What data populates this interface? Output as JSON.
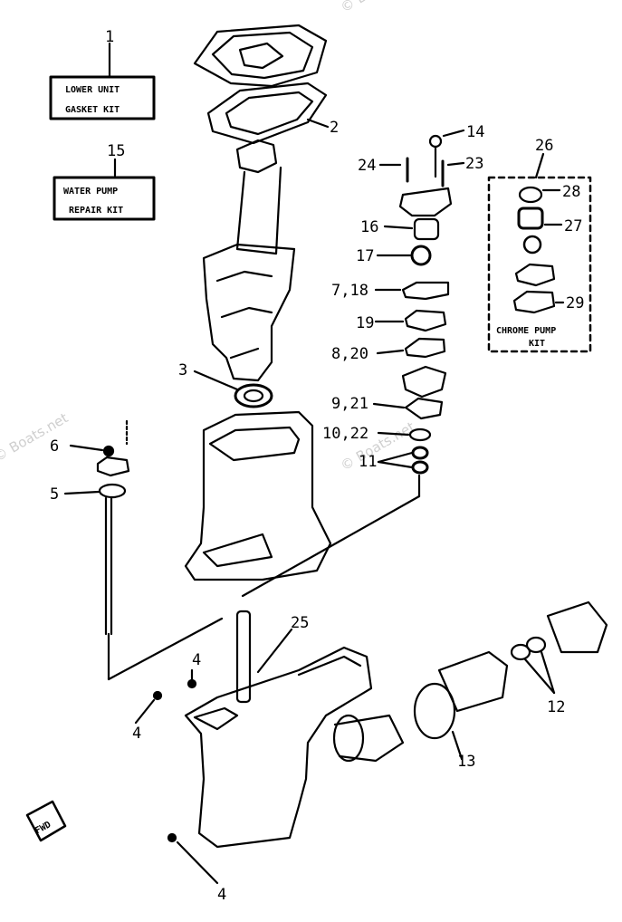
{
  "watermark": "© Boats.net",
  "kits": {
    "lower_unit": {
      "ref": "1",
      "line1": "LOWER UNIT",
      "line2": "GASKET KIT"
    },
    "water_pump": {
      "ref": "15",
      "line1": "WATER PUMP",
      "line2": "REPAIR KIT"
    },
    "chrome_pump": {
      "ref": "26",
      "line1": "CHROME PUMP",
      "line2": "KIT"
    }
  },
  "callouts": {
    "c2": "2",
    "c3": "3",
    "c4a": "4",
    "c4b": "4",
    "c4c": "4",
    "c5": "5",
    "c6": "6",
    "c8_20": "8,20",
    "c9_21": "9,21",
    "c10_22": "10,22",
    "c11": "11",
    "c12": "12",
    "c13": "13",
    "c14": "14",
    "c16": "16",
    "c17": "17",
    "c7_18": "7,18",
    "c19": "19",
    "c23": "23",
    "c24": "24",
    "c25": "25",
    "c27": "27",
    "c28": "28",
    "c29": "29"
  },
  "fwd_badge": "FWD"
}
